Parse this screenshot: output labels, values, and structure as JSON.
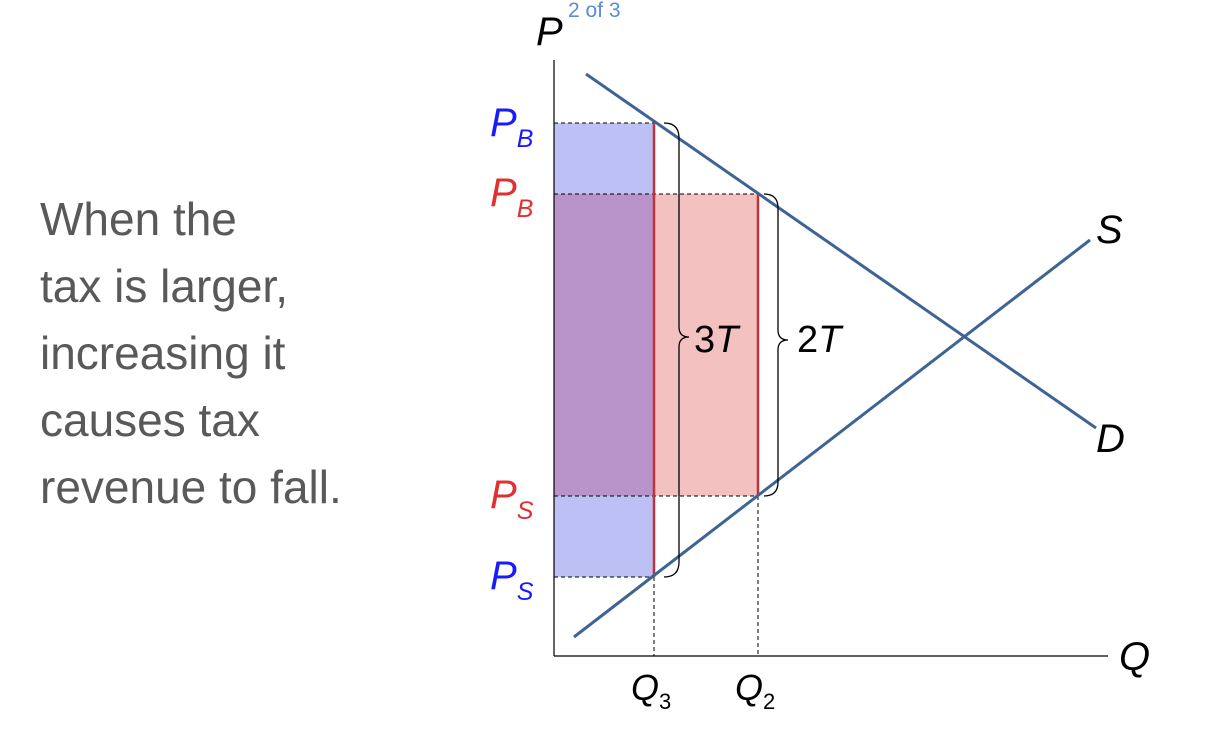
{
  "caption": {
    "lines": [
      "When the",
      "tax is larger,",
      "increasing it",
      "causes tax",
      "revenue to fall."
    ]
  },
  "slide_counter": "2 of 3",
  "axes": {
    "y_label": "P",
    "x_label": "Q"
  },
  "curves": {
    "supply_label": "S",
    "demand_label": "D"
  },
  "price_labels": {
    "buyer_high": {
      "main": "P",
      "sub": "B",
      "color": "#1a1aff"
    },
    "buyer_low": {
      "main": "P",
      "sub": "B",
      "color": "#e03030"
    },
    "seller_high": {
      "main": "P",
      "sub": "S",
      "color": "#e03030"
    },
    "seller_low": {
      "main": "P",
      "sub": "S",
      "color": "#1a1aff"
    }
  },
  "quantity_labels": {
    "q3": {
      "main": "Q",
      "sub": "3"
    },
    "q2": {
      "main": "Q",
      "sub": "2"
    }
  },
  "wedges": {
    "large": {
      "coef": "3",
      "var": "T"
    },
    "small": {
      "coef": "2",
      "var": "T"
    }
  },
  "colors": {
    "curve": "#3d6494",
    "blue_region": "#bcc0f4",
    "red_region": "#f4c1c1",
    "overlap_region": "#b894cb",
    "red_line": "#c0333a",
    "counter": "#5b8bd6",
    "text": "#000000"
  }
}
